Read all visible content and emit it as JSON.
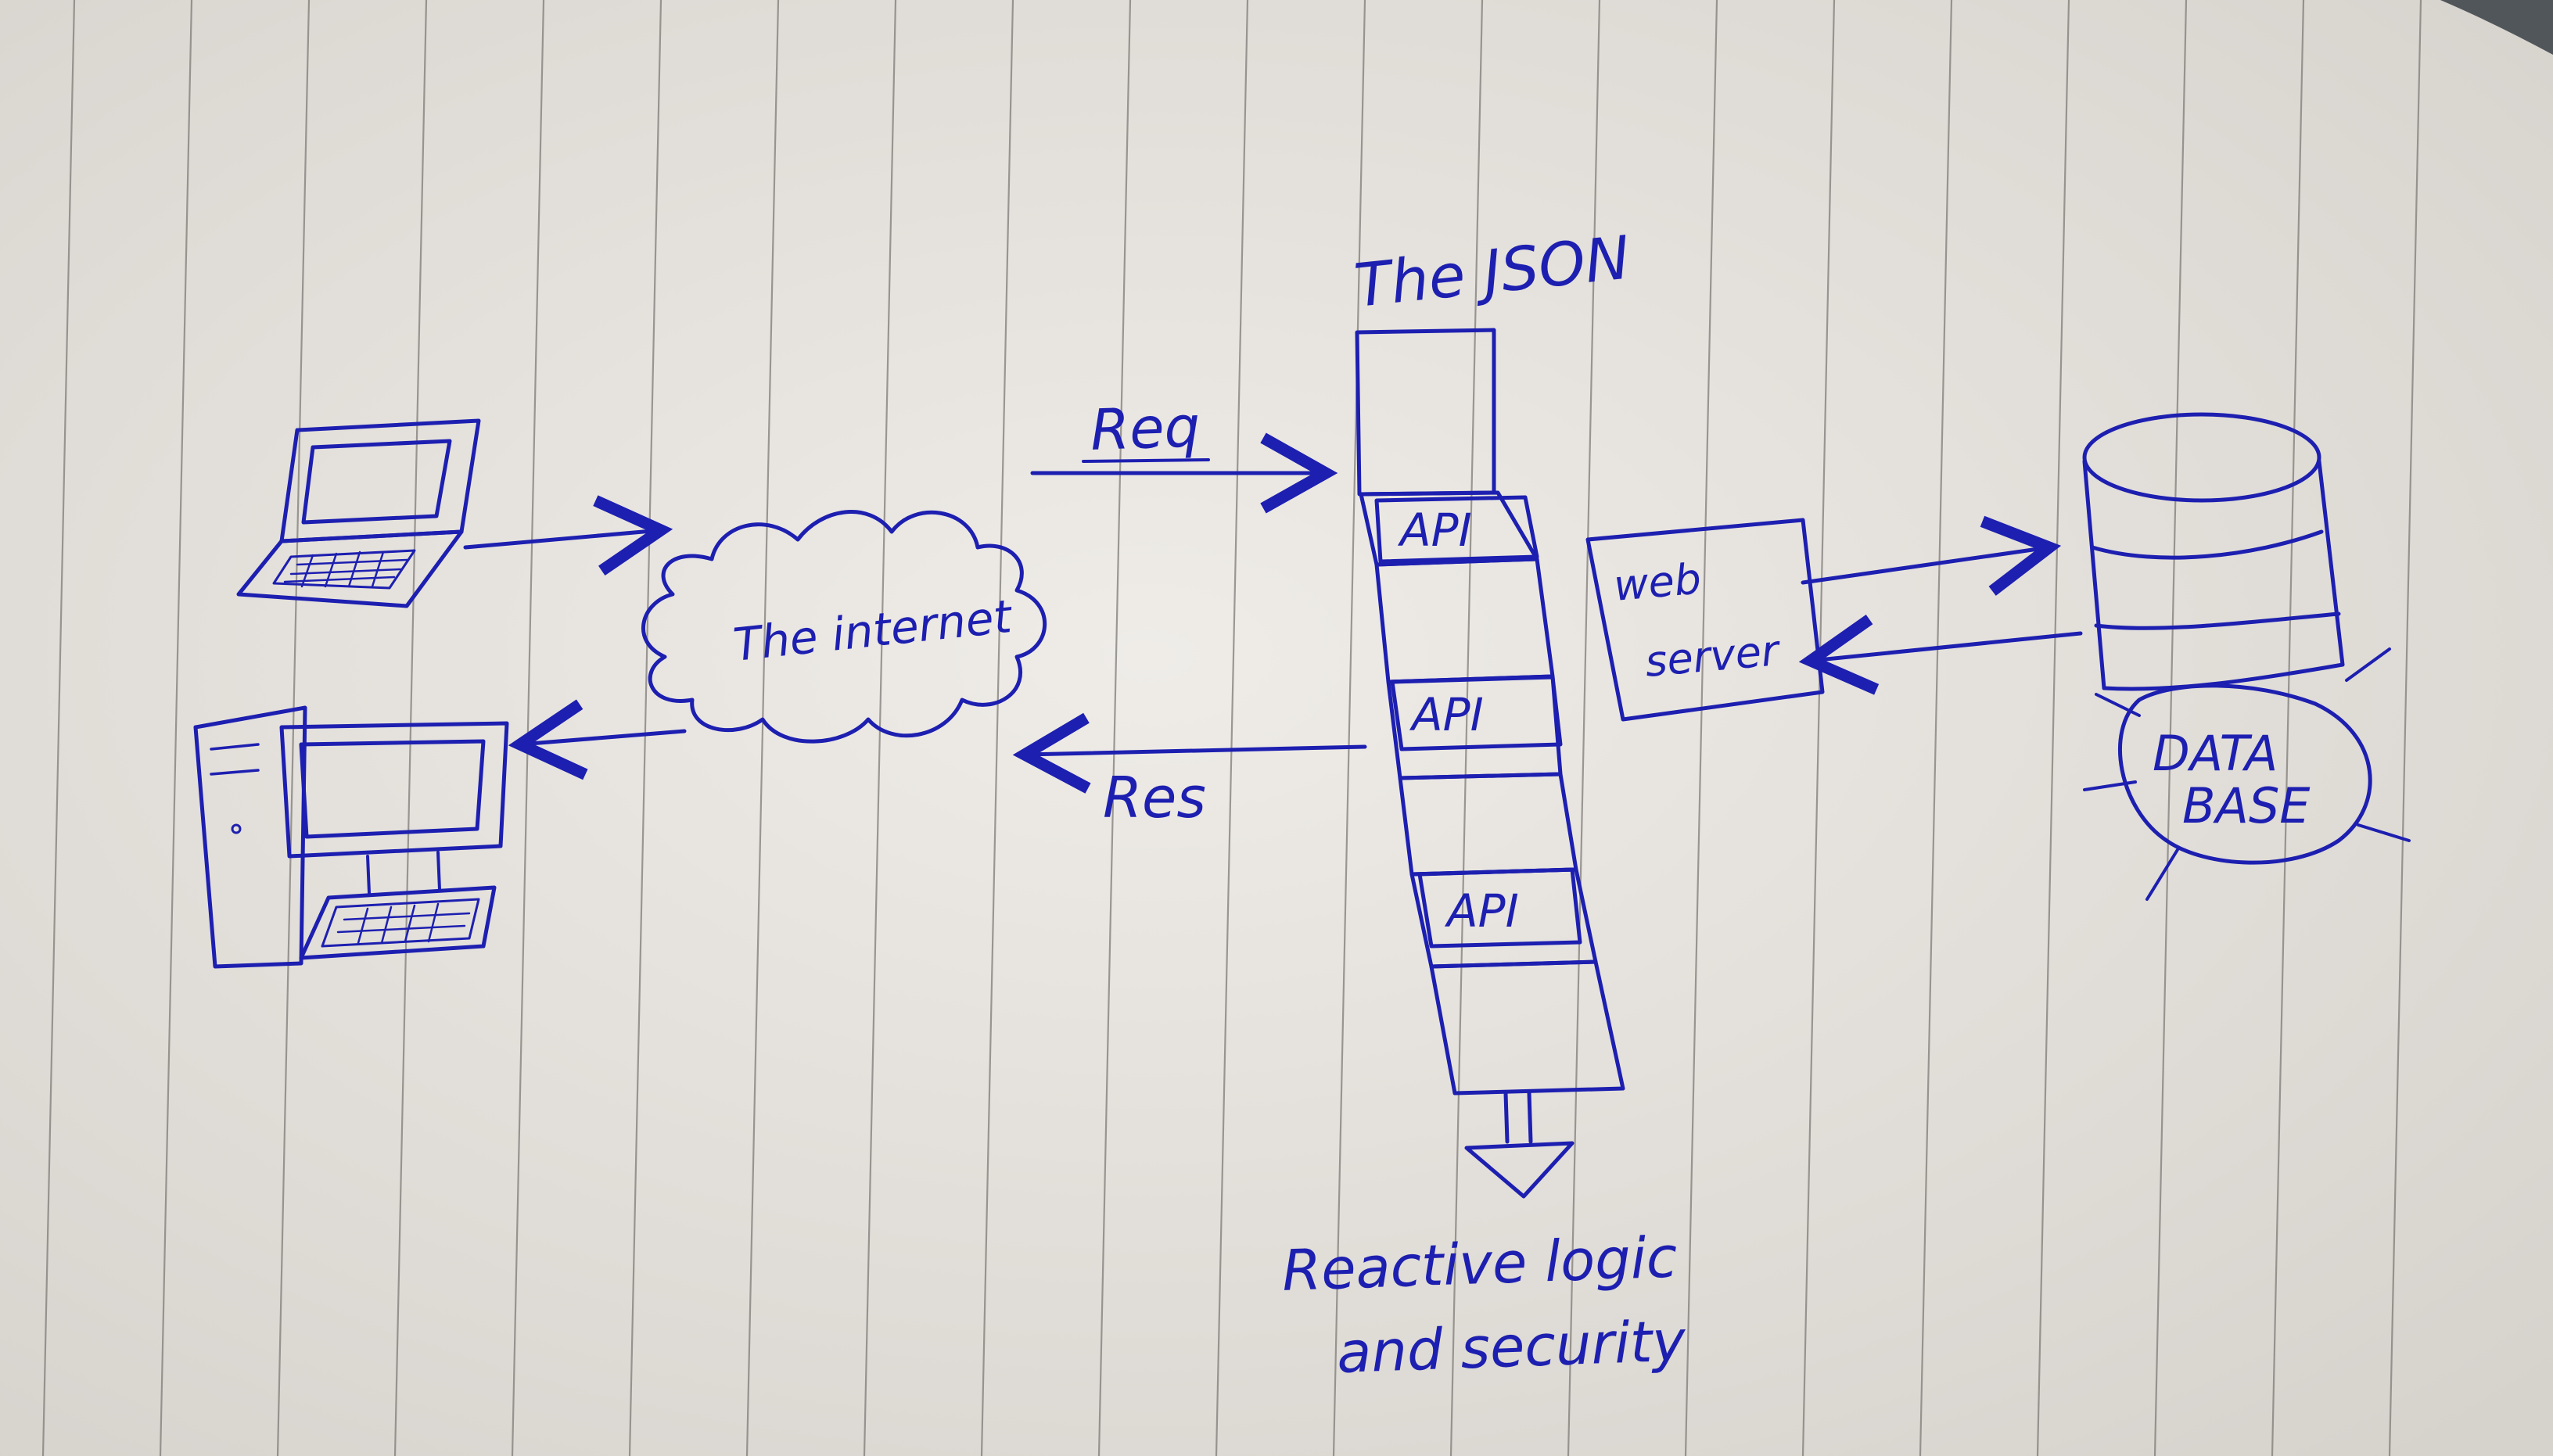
{
  "labels": {
    "json_title": "The JSON",
    "req": "Req",
    "res": "Res",
    "internet": "The internet",
    "api_1": "API",
    "api_2": "API",
    "api_3": "API",
    "web_server_line1": "web",
    "web_server_line2": "server",
    "database_line1": "DATA",
    "database_line2": "BASE",
    "note_line1": "Reactive logic",
    "note_line2": "and security"
  },
  "colors": {
    "ink": "#1d1fb0",
    "paper": "#e9e6e1",
    "rule_lines": "#7f7b78"
  },
  "icons": [
    "laptop-icon",
    "desktop-computer-icon",
    "cloud-icon",
    "database-cylinder-icon"
  ]
}
